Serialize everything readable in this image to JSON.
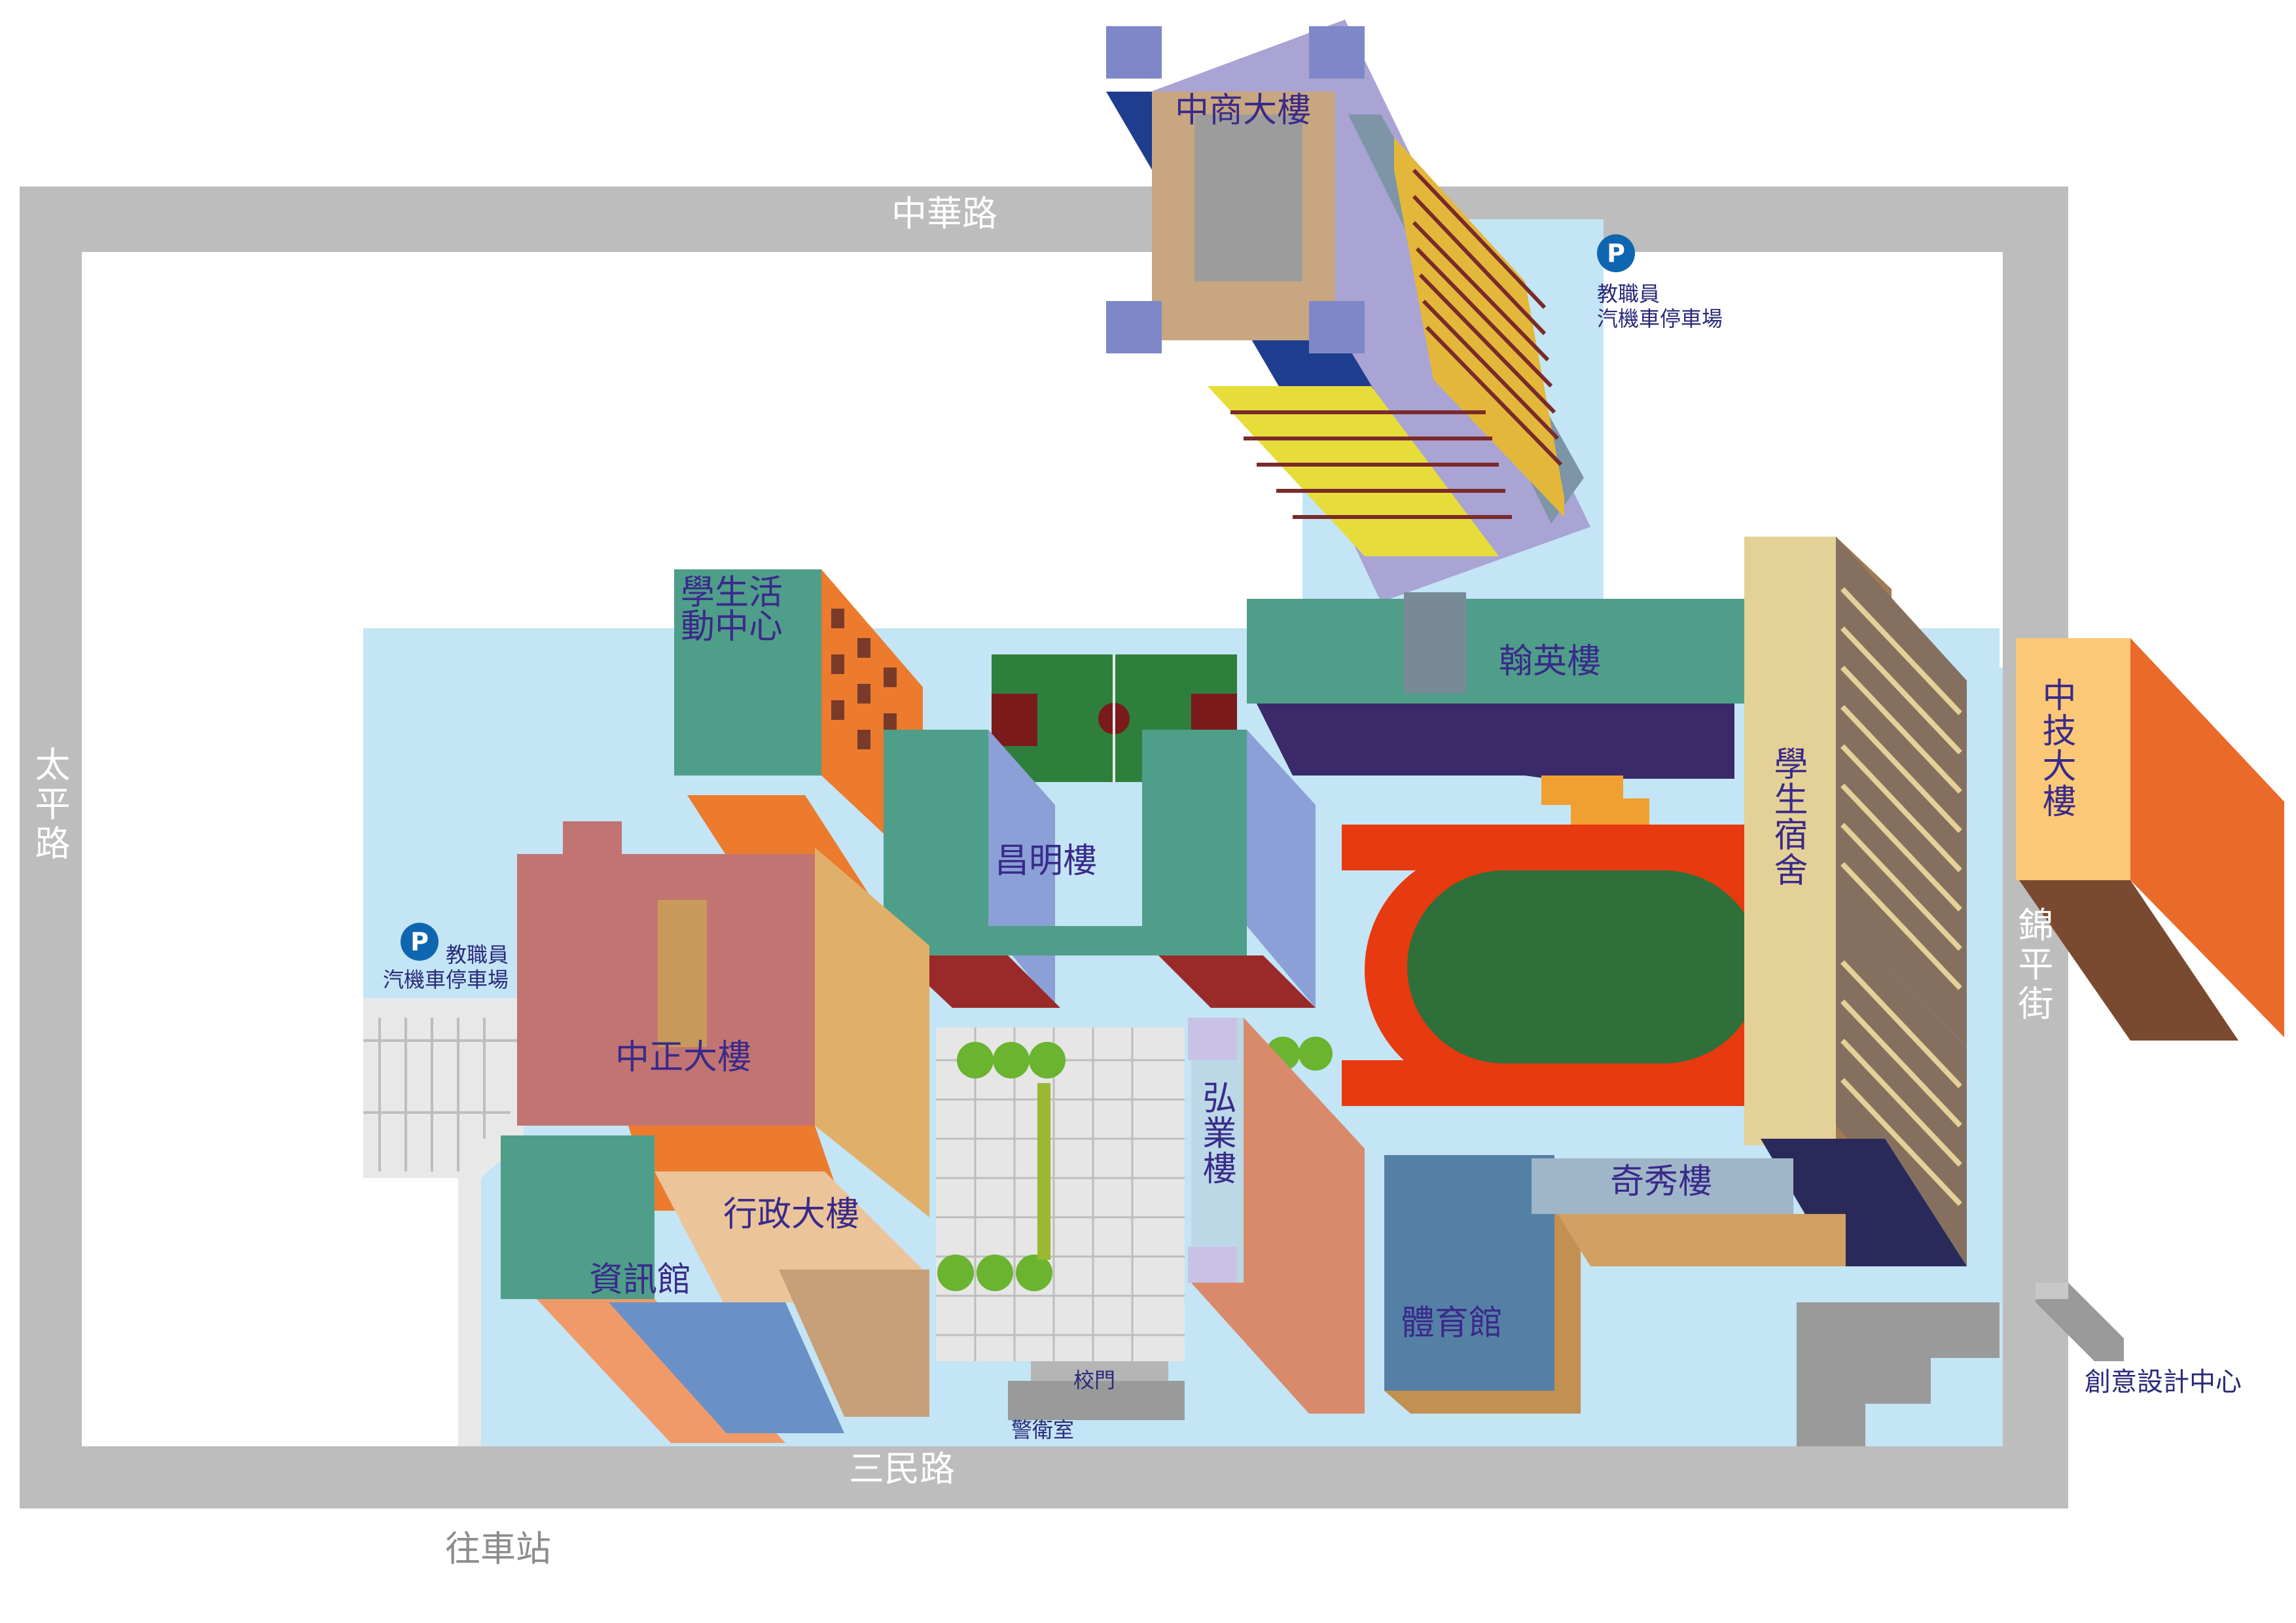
{
  "roads": {
    "north": "中華路",
    "south": "三民路",
    "west": "太平路",
    "east": "錦平街"
  },
  "buildings": {
    "zhongshang": "中商大樓",
    "student_activity": "學生活動中心",
    "hanying": "翰英樓",
    "changming": "昌明樓",
    "dormitory": "學生宿舍",
    "zhongji": "中技大樓",
    "zhongzheng": "中正大樓",
    "hongye": "弘業樓",
    "qixiu": "奇秀樓",
    "administration": "行政大樓",
    "information": "資訊館",
    "gymnasium": "體育館"
  },
  "parking": {
    "north_label": "教職員\n汽機車停車場",
    "west_label": "教職員\n汽機車停車場",
    "icon": "parking-icon",
    "symbol": "P"
  },
  "facilities": {
    "gate": "校門",
    "guard": "警衛室",
    "design_center": "創意設計中心",
    "to_station": "往車站"
  },
  "colors": {
    "road": "#bdbdbd",
    "campus": "#c3e5f5",
    "label": "#3a2a8a",
    "parking_icon": "#0f66b0"
  }
}
